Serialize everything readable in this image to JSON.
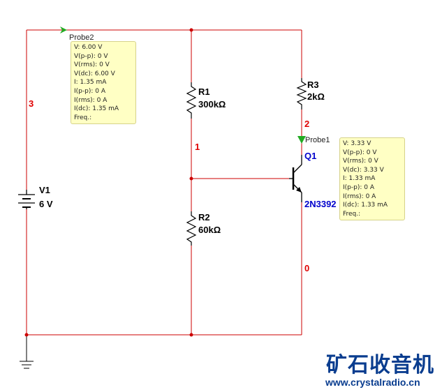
{
  "colors": {
    "wire": "#cc0000",
    "component": "#000000",
    "net_label": "#e00000",
    "transistor_label": "#0000cc",
    "probe_arrow": "#22aa22",
    "probe_box": "#ffffc4",
    "watermark": "#0a3d8f"
  },
  "net_labels": {
    "n3": "3",
    "n1": "1",
    "n2": "2",
    "n0": "0"
  },
  "components": {
    "v1": {
      "name": "V1",
      "value": "6 V"
    },
    "r1": {
      "name": "R1",
      "value": "300kΩ"
    },
    "r2": {
      "name": "R2",
      "value": "60kΩ"
    },
    "r3": {
      "name": "R3",
      "value": "2kΩ"
    },
    "q1": {
      "name": "Q1",
      "model": "2N3392"
    }
  },
  "probe2": {
    "label": "Probe2",
    "lines": [
      "V: 6.00 V",
      "V(p-p): 0 V",
      "V(rms): 0 V",
      "V(dc): 6.00 V",
      "I: 1.35 mA",
      "I(p-p): 0 A",
      "I(rms): 0 A",
      "I(dc): 1.35 mA",
      "Freq.:"
    ]
  },
  "probe1": {
    "label": "Probe1",
    "lines": [
      "V: 3.33 V",
      "V(p-p): 0 V",
      "V(rms): 0 V",
      "V(dc): 3.33 V",
      "I: 1.33 mA",
      "I(p-p): 0 A",
      "I(rms): 0 A",
      "I(dc): 1.33 mA",
      "Freq.:"
    ]
  },
  "watermark": {
    "title": "矿石收音机",
    "url": "www.crystalradio.cn"
  }
}
